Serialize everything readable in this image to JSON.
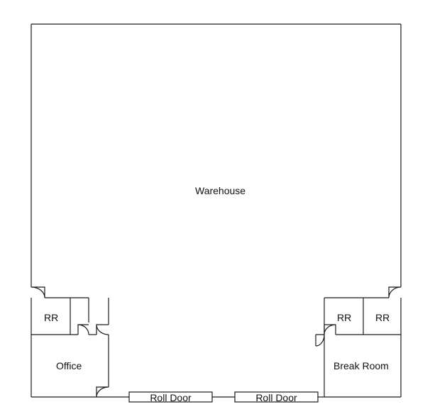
{
  "rooms": {
    "warehouse": "Warehouse",
    "rr_left": "RR",
    "office": "Office",
    "rr_right_1": "RR",
    "rr_right_2": "RR",
    "break_room": "Break Room"
  },
  "doors": {
    "roll_door_1": "Roll Door",
    "roll_door_2": "Roll Door"
  },
  "colors": {
    "wall": "#1a1a1a",
    "background": "#ffffff"
  }
}
